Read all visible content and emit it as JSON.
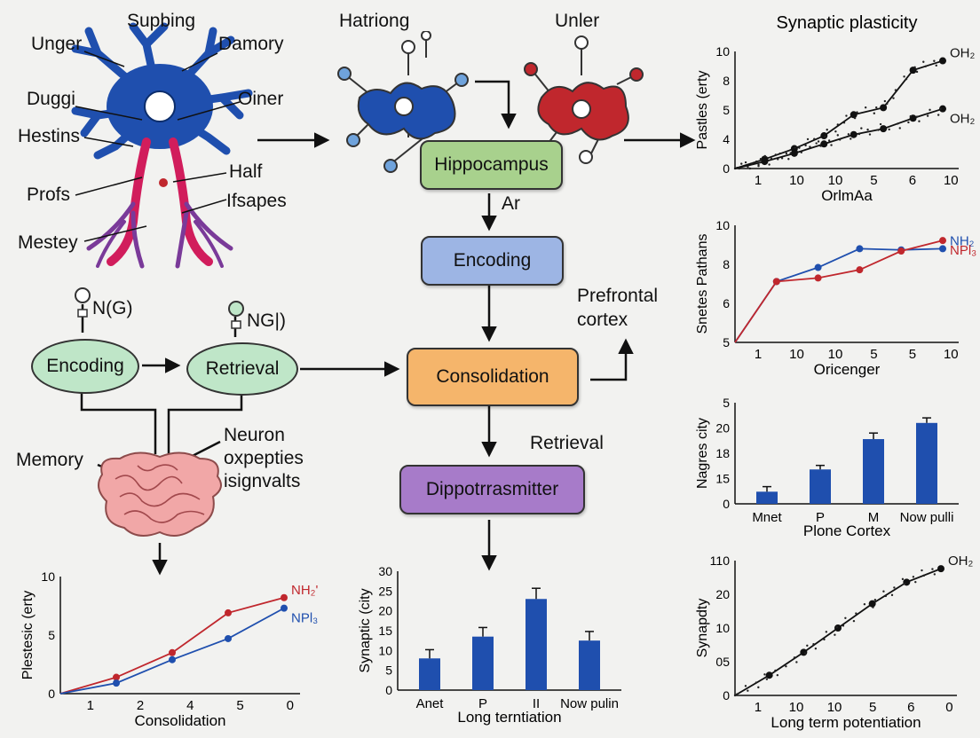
{
  "neuron": {
    "labels": [
      "Supbing",
      "Unger",
      "Damory",
      "Duggi",
      "Oiner",
      "Hestins",
      "Half",
      "Profs",
      "Ifsapes",
      "Mestey"
    ]
  },
  "molecules": {
    "left_label": "Hatriong",
    "right_label": "Unler"
  },
  "flow": {
    "hippocampus": "Hippocampus",
    "arrow_label": "Ar",
    "encoding": "Encoding",
    "consolidation": "Consolidation",
    "prefrontal": "Prefrontal\ncortex",
    "retrieval_label": "Retrieval",
    "dippo": "Dippotrrasmitter"
  },
  "left_flow": {
    "ng_left": "N(G)",
    "ng_right": "NG|)",
    "encoding": "Encoding",
    "retrieval": "Retrieval",
    "memory": "Memory",
    "neuron_text": "Neuron\noxpepties\nisignvalts"
  },
  "colors": {
    "blue": "#1f4fae",
    "red": "#c0272d",
    "hippo": "#a8d18d",
    "encoding": "#9db5e4",
    "consol": "#f5b56b",
    "dippo": "#a77bc9",
    "ellipse": "#bfe6c8"
  },
  "chart_data": [
    {
      "id": "synaptic-plasticity",
      "type": "scatter",
      "title": "Synaptic plasticity",
      "xlabel": "OrlmAa",
      "ylabel": "Pastles (erty",
      "xticks": [
        "1",
        "10",
        "10",
        "5",
        "6",
        "10"
      ],
      "yticks": [
        "0",
        "4",
        "5",
        "8",
        "10"
      ],
      "series": [
        {
          "name": "OH₂",
          "values": [
            0,
            0.8,
            1.7,
            2.8,
            4.6,
            5.2,
            8.4,
            9.2
          ]
        },
        {
          "name": "OH₂",
          "values": [
            0,
            0.6,
            1.3,
            2.1,
            2.9,
            3.4,
            4.3,
            5.1
          ]
        }
      ]
    },
    {
      "id": "snetes-pathans",
      "type": "line",
      "xlabel": "Oricenger",
      "ylabel": "Snetes Pathans",
      "xticks": [
        "1",
        "10",
        "10",
        "5",
        "5",
        "10"
      ],
      "yticks": [
        "5",
        "6",
        "8",
        "10"
      ],
      "series": [
        {
          "name": "NH₂",
          "color": "#1f4fae",
          "values": [
            0,
            5.2,
            6.4,
            8.0,
            7.9,
            8.0
          ]
        },
        {
          "name": "NPl₃",
          "color": "#c0272d",
          "values": [
            0,
            5.2,
            5.5,
            6.2,
            7.8,
            8.7
          ]
        }
      ]
    },
    {
      "id": "plone-cortex",
      "type": "bar",
      "xlabel": "Plone Cortex",
      "ylabel": "Nagres city",
      "categories": [
        "Mnet",
        "P",
        "M",
        "Now pulli"
      ],
      "yticks": [
        "0",
        "15",
        "18",
        "20",
        "5"
      ],
      "values": [
        12,
        34,
        64,
        80
      ],
      "errors": [
        5,
        4,
        6,
        5
      ]
    },
    {
      "id": "long-term-potentiation",
      "type": "scatter",
      "xlabel": "Long term potentiation",
      "ylabel": "Synapdty",
      "xticks": [
        "1",
        "10",
        "10",
        "5",
        "6",
        "0"
      ],
      "yticks": [
        "0",
        "05",
        "10",
        "20",
        "110"
      ],
      "series": [
        {
          "name": "OH₂",
          "values": [
            0,
            1.5,
            3.2,
            5.0,
            6.8,
            8.4,
            9.4
          ]
        }
      ]
    },
    {
      "id": "plestesic-city",
      "type": "line",
      "xlabel": "Consolidation",
      "ylabel": "Plestesic (erty",
      "xticks": [
        "1",
        "2",
        "4",
        "5",
        "0"
      ],
      "yticks": [
        "0",
        "5",
        "10"
      ],
      "series": [
        {
          "name": "NH₂'",
          "color": "#c0272d",
          "values": [
            0,
            1.4,
            3.5,
            6.9,
            8.2
          ]
        },
        {
          "name": "NPl₃",
          "color": "#1f4fae",
          "values": [
            0,
            0.9,
            2.9,
            4.7,
            7.3
          ]
        }
      ]
    },
    {
      "id": "synaptic-city",
      "type": "bar",
      "xlabel": "Long terntiation",
      "ylabel": "Synaptic (city",
      "categories": [
        "Anet",
        "P",
        "II",
        "Now pulin"
      ],
      "yticks": [
        "0",
        "5",
        "10",
        "15",
        "20",
        "25",
        "30"
      ],
      "values": [
        8,
        13.5,
        23,
        12.5
      ],
      "errors": [
        2.2,
        2.3,
        2.7,
        2.3
      ]
    }
  ]
}
